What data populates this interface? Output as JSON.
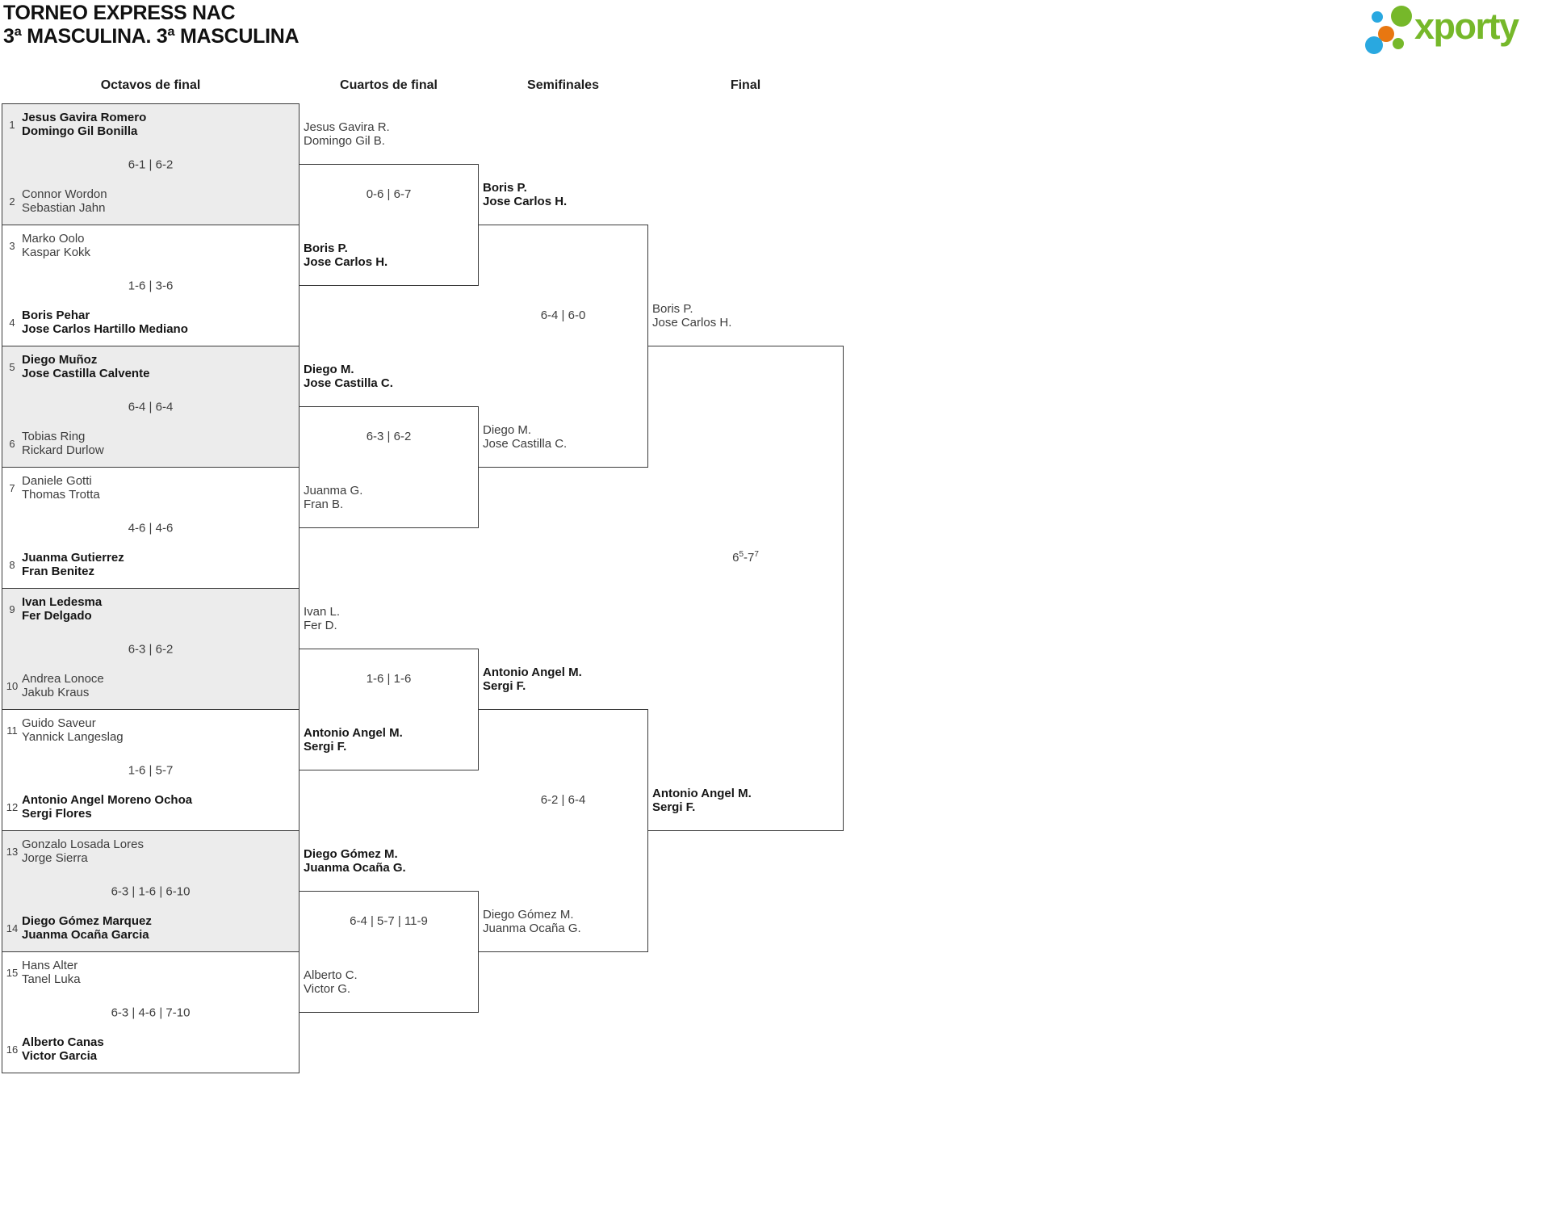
{
  "page": {
    "title_line1": "TORNEO EXPRESS NAC",
    "title_line2": "3ª MASCULINA. 3ª MASCULINA"
  },
  "logo": {
    "text": "xporty"
  },
  "colors": {
    "logo_green": "#76b82a",
    "logo_blue": "#29a8e0",
    "logo_orange": "#e87711",
    "box_gray": "#ececec",
    "line": "#3b3b3b"
  },
  "round_headers": {
    "r16": "Octavos de final",
    "qf": "Cuartos de final",
    "sf": "Semifinales",
    "final": "Final"
  },
  "r16": {
    "matches": [
      {
        "seed_top": "1",
        "seed_bottom": "2",
        "score": "6-1 | 6-2",
        "top": {
          "line1": "Jesus Gavira Romero",
          "line2": "Domingo Gil Bonilla",
          "winner": true
        },
        "bottom": {
          "line1": "Connor Wordon",
          "line2": "Sebastian Jahn",
          "winner": false
        }
      },
      {
        "seed_top": "3",
        "seed_bottom": "4",
        "score": "1-6 | 3-6",
        "top": {
          "line1": "Marko Oolo",
          "line2": "Kaspar Kokk",
          "winner": false
        },
        "bottom": {
          "line1": "Boris Pehar",
          "line2": "Jose Carlos Hartillo Mediano",
          "winner": true
        }
      },
      {
        "seed_top": "5",
        "seed_bottom": "6",
        "score": "6-4 | 6-4",
        "top": {
          "line1": "Diego Muñoz",
          "line2": "Jose Castilla Calvente",
          "winner": true
        },
        "bottom": {
          "line1": "Tobias Ring",
          "line2": "Rickard Durlow",
          "winner": false
        }
      },
      {
        "seed_top": "7",
        "seed_bottom": "8",
        "score": "4-6 | 4-6",
        "top": {
          "line1": "Daniele Gotti",
          "line2": "Thomas Trotta",
          "winner": false
        },
        "bottom": {
          "line1": "Juanma Gutierrez",
          "line2": "Fran Benitez",
          "winner": true
        }
      },
      {
        "seed_top": "9",
        "seed_bottom": "10",
        "score": "6-3 | 6-2",
        "top": {
          "line1": "Ivan Ledesma",
          "line2": "Fer Delgado",
          "winner": true
        },
        "bottom": {
          "line1": "Andrea Lonoce",
          "line2": "Jakub Kraus",
          "winner": false
        }
      },
      {
        "seed_top": "11",
        "seed_bottom": "12",
        "score": "1-6 | 5-7",
        "top": {
          "line1": "Guido Saveur",
          "line2": "Yannick Langeslag",
          "winner": false
        },
        "bottom": {
          "line1": "Antonio Angel Moreno Ochoa",
          "line2": "Sergi Flores",
          "winner": true
        }
      },
      {
        "seed_top": "13",
        "seed_bottom": "14",
        "score": "6-3 | 1-6 | 6-10",
        "top": {
          "line1": "Gonzalo Losada Lores",
          "line2": "Jorge Sierra",
          "winner": false
        },
        "bottom": {
          "line1": "Diego Gómez Marquez",
          "line2": "Juanma Ocaña Garcia",
          "winner": true
        }
      },
      {
        "seed_top": "15",
        "seed_bottom": "16",
        "score": "6-3 | 4-6 | 7-10",
        "top": {
          "line1": "Hans Alter",
          "line2": "Tanel Luka",
          "winner": false
        },
        "bottom": {
          "line1": "Alberto Canas",
          "line2": "Victor Garcia",
          "winner": true
        }
      }
    ]
  },
  "qf": {
    "matches": [
      {
        "score": "0-6 | 6-7",
        "top": {
          "line1": "Jesus Gavira R.",
          "line2": "Domingo Gil B.",
          "winner": false
        },
        "bottom": {
          "line1": "Boris P.",
          "line2": "Jose Carlos H.",
          "winner": true
        }
      },
      {
        "score": "6-3 | 6-2",
        "top": {
          "line1": "Diego M.",
          "line2": "Jose Castilla C.",
          "winner": true
        },
        "bottom": {
          "line1": "Juanma G.",
          "line2": "Fran B.",
          "winner": false
        }
      },
      {
        "score": "1-6 | 1-6",
        "top": {
          "line1": "Ivan L.",
          "line2": "Fer D.",
          "winner": false
        },
        "bottom": {
          "line1": "Antonio Angel M.",
          "line2": "Sergi F.",
          "winner": true
        }
      },
      {
        "score": "6-4 | 5-7 | 11-9",
        "top": {
          "line1": "Diego Gómez M.",
          "line2": "Juanma Ocaña G.",
          "winner": true
        },
        "bottom": {
          "line1": "Alberto C.",
          "line2": "Victor G.",
          "winner": false
        }
      }
    ]
  },
  "sf": {
    "matches": [
      {
        "score": "6-4 | 6-0",
        "top": {
          "line1": "Boris P.",
          "line2": "Jose Carlos H.",
          "winner": true
        },
        "bottom": {
          "line1": "Diego M.",
          "line2": "Jose Castilla C.",
          "winner": false
        }
      },
      {
        "score": "6-2 | 6-4",
        "top": {
          "line1": "Antonio Angel M.",
          "line2": "Sergi F.",
          "winner": true
        },
        "bottom": {
          "line1": "Diego Gómez M.",
          "line2": "Juanma Ocaña G.",
          "winner": false
        }
      }
    ]
  },
  "final": {
    "top": {
      "line1": "Boris P.",
      "line2": "Jose Carlos H.",
      "winner": false
    },
    "bottom": {
      "line1": "Antonio Angel M.",
      "line2": "Sergi F.",
      "winner": true
    },
    "score": {
      "set1": "6",
      "set1_tiebreak": "5",
      "separator": "-",
      "set2": "7",
      "set2_tiebreak": "7"
    }
  }
}
